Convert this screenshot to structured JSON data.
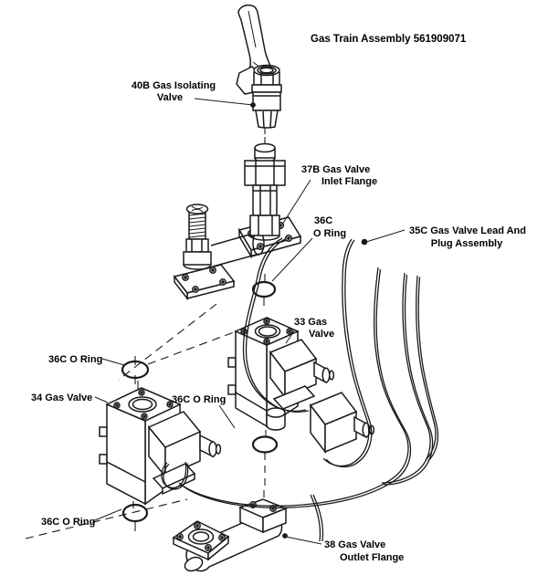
{
  "title": "Gas Train Assembly 561909071",
  "colors": {
    "line": "#1a1a1a",
    "background": "#ffffff",
    "text": "#000000"
  },
  "labels": {
    "isolating_valve": {
      "part_no": "40B",
      "line1": "40B Gas Isolating",
      "line2": "Valve"
    },
    "inlet_flange": {
      "part_no": "37B",
      "line1": "37B Gas Valve",
      "line2": "Inlet Flange"
    },
    "oring_upper": {
      "part_no": "36C",
      "line1": "36C",
      "line2": "O Ring"
    },
    "lead_plug": {
      "part_no": "35C",
      "line1": "35C Gas Valve Lead And",
      "line2": "Plug Assembly"
    },
    "valve_33": {
      "part_no": "33",
      "line1": "33 Gas",
      "line2": "Valve"
    },
    "oring_left": {
      "part_no": "36C",
      "text": "36C O Ring"
    },
    "valve_34": {
      "part_no": "34",
      "text": "34 Gas Valve"
    },
    "oring_middle": {
      "part_no": "36C",
      "text": "36C O Ring"
    },
    "oring_bottom": {
      "part_no": "36C",
      "text": "36C O Ring"
    },
    "outlet_flange": {
      "part_no": "38",
      "line1": "38 Gas Valve",
      "line2": "Outlet Flange"
    }
  }
}
